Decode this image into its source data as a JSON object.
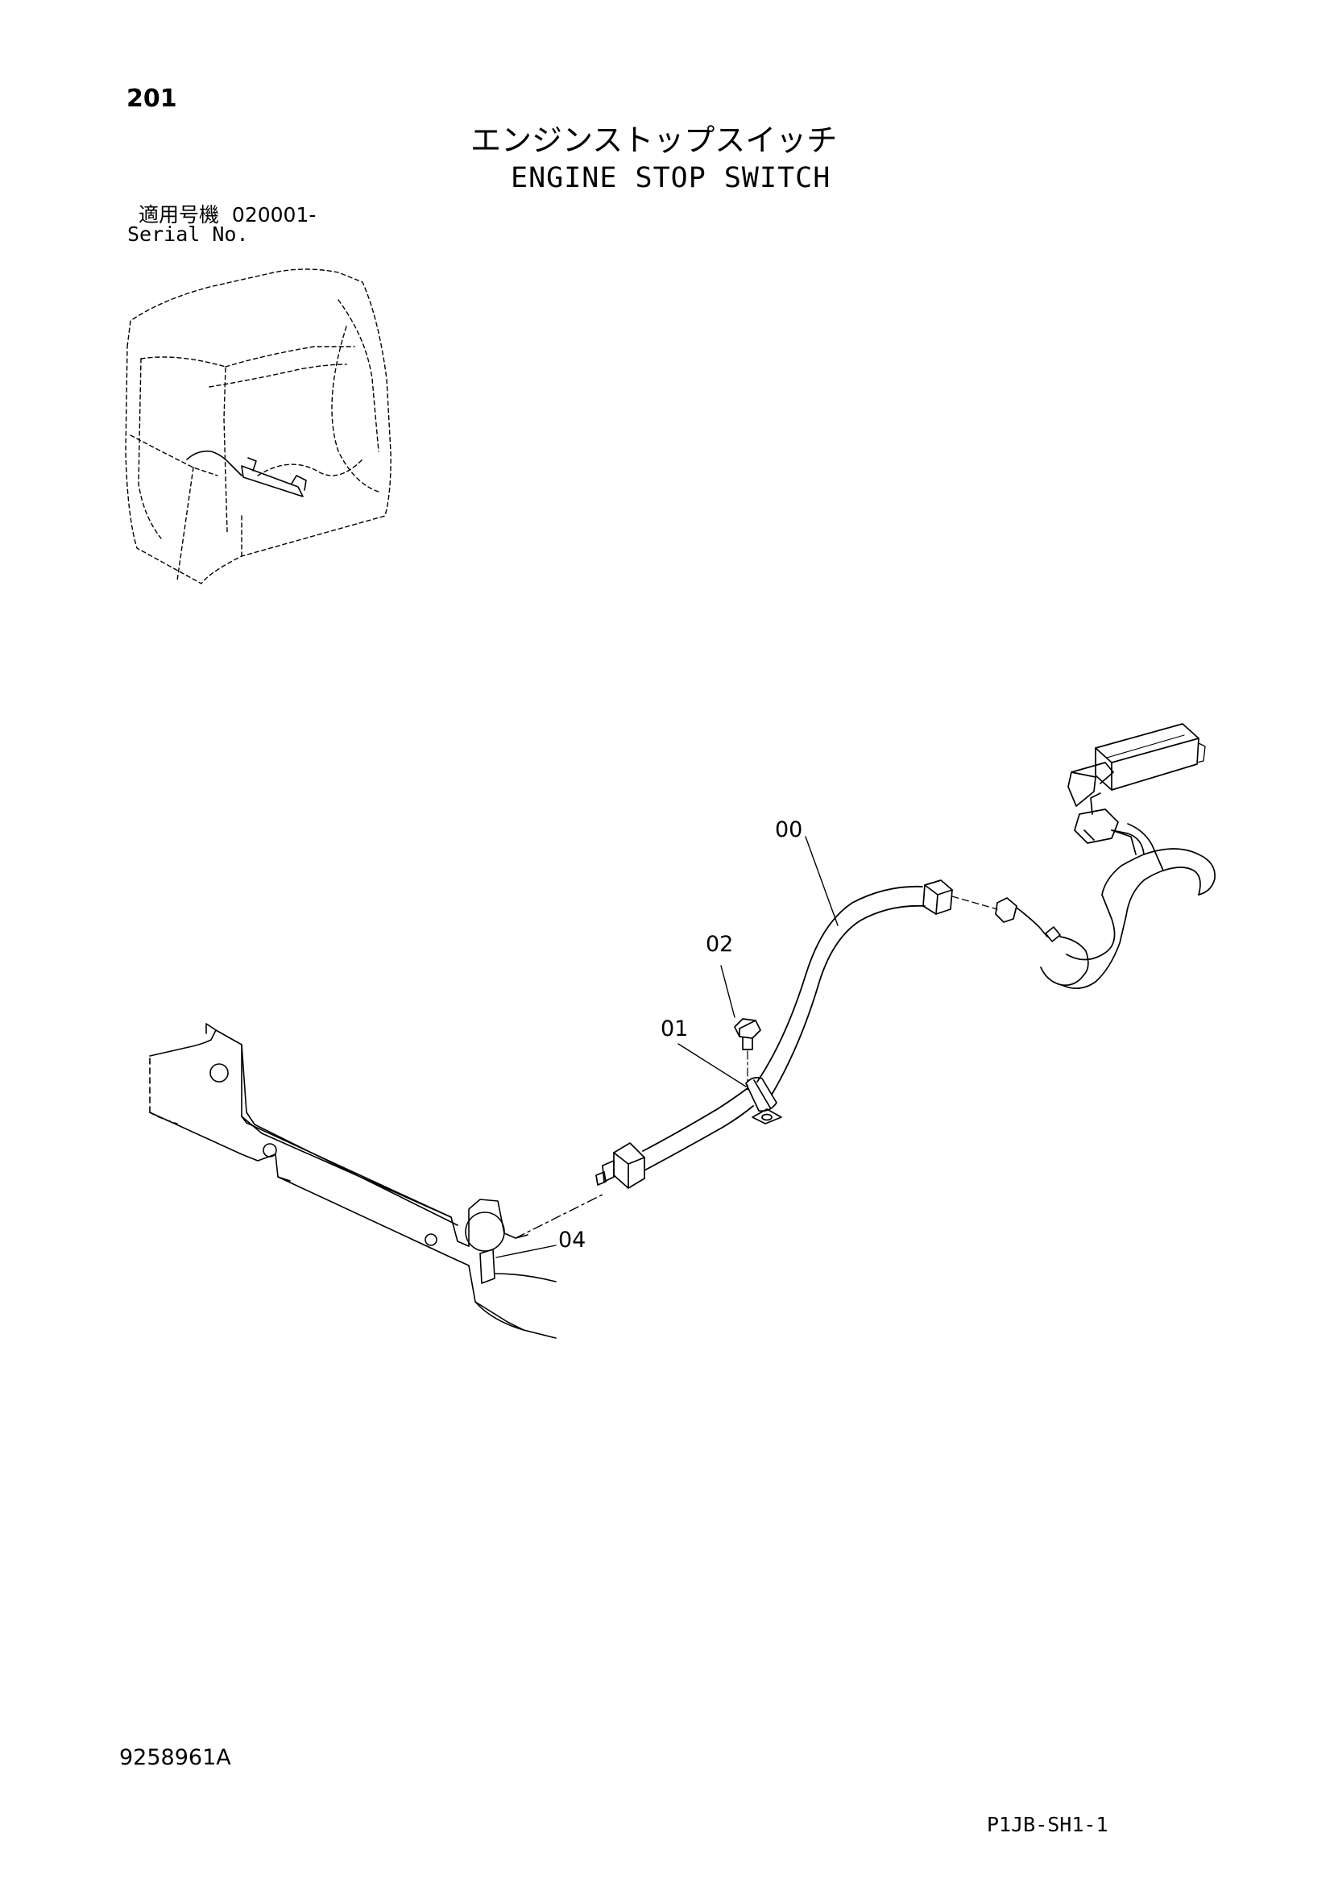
{
  "header": {
    "page_number": "201",
    "title_jp": "エンジンストップスイッチ",
    "title_en": "ENGINE STOP SWITCH"
  },
  "serial": {
    "label_jp": "適用号機",
    "range": "020001-",
    "label_en": "Serial No."
  },
  "callouts": [
    {
      "id": "00"
    },
    {
      "id": "01"
    },
    {
      "id": "02"
    },
    {
      "id": "04"
    }
  ],
  "footer": {
    "doc_number": "9258961A",
    "sheet_code": "P1JB-SH1-1"
  }
}
